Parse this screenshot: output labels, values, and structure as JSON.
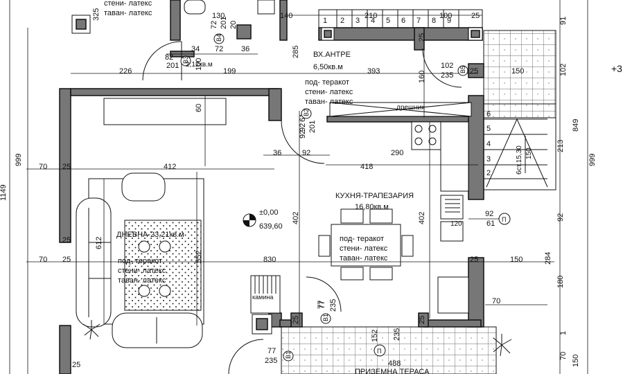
{
  "rooms": {
    "entry": {
      "name": "ВХ.АНТРЕ",
      "area": "6,50кв.м"
    },
    "kitchen": {
      "name": "КУХНЯ-ТРАПЕЗАРИЯ",
      "area": "16,80кв.м"
    },
    "living": {
      "name": "ДНЕВНА-23,21кв.м"
    },
    "terrace": {
      "name": "ПРИЗЕМНА ТЕРАСА"
    },
    "bath": {
      "area": "2,12кв.м"
    }
  },
  "finishes": {
    "top": [
      "стени- латекс",
      "таван- латекс"
    ],
    "entry": [
      "под- теракот",
      "стени- латекс",
      "таван- латекс"
    ],
    "kitchen": [
      "под- теракот",
      "стени- латекс",
      "таван- латекс"
    ],
    "living": [
      "под- теракот",
      "стени- латекс",
      "таван- латекс"
    ]
  },
  "labels": {
    "wardrobe": "дрешник",
    "fireplace": "камина",
    "level_value": "±0,00",
    "level_abs": "639,60",
    "stair_note": "6ст.15,30",
    "stair_len": "150",
    "edge_mark": "+3"
  },
  "stair_steps": [
    "1",
    "2",
    "3",
    "4",
    "5",
    "6",
    "7",
    "8",
    "9"
  ],
  "stair_steps_right": [
    "2",
    "3",
    "4",
    "5",
    "6"
  ],
  "doors": [
    {
      "code": "В1",
      "w": "77",
      "h": "235"
    },
    {
      "code": "В1",
      "w": "77",
      "h": "235"
    },
    {
      "code": "В2",
      "w": "92",
      "h": "201"
    },
    {
      "code": "В3",
      "w": "82",
      "h": "201"
    },
    {
      "code": "В4",
      "w": "72",
      "h": "201"
    },
    {
      "code": "В5",
      "w": "102",
      "h": "235"
    }
  ],
  "windows": [
    {
      "code": "П",
      "w": "92",
      "h": "61"
    },
    {
      "code": "П",
      "w": "152",
      "h": "235"
    }
  ],
  "dimensions": {
    "top": [
      "325",
      "130",
      "72",
      "140",
      "210",
      "100",
      "25",
      "91"
    ],
    "row2": [
      "34",
      "72",
      "36",
      "82",
      "100",
      "285",
      "25",
      "25",
      "160"
    ],
    "row3": [
      "226",
      "199",
      "393",
      "102",
      "150",
      "102"
    ],
    "mid": [
      "36",
      "92",
      "290",
      "418",
      "70",
      "25",
      "412"
    ],
    "vert": [
      "60",
      "92",
      "61",
      "402",
      "552",
      "612",
      "402",
      "213",
      "849",
      "999",
      "1149",
      "999",
      "180",
      "284",
      "92"
    ],
    "lower": [
      "70",
      "25",
      "830",
      "150",
      "70",
      "25"
    ],
    "bottom": [
      "77",
      "235",
      "488",
      "77",
      "150",
      "25",
      "25",
      "20",
      "70",
      "120",
      "1",
      "25",
      "25"
    ]
  }
}
